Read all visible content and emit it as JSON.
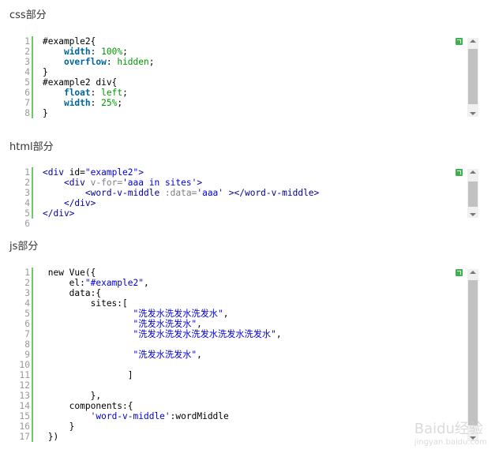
{
  "sections": {
    "css": {
      "title": "css部分",
      "line_numbers": [
        "1",
        "2",
        "3",
        "4",
        "5",
        "6",
        "7",
        "8"
      ],
      "lines": [
        [
          {
            "t": "#example2{",
            "c": ""
          }
        ],
        [
          {
            "t": "    ",
            "c": ""
          },
          {
            "t": "width",
            "c": "k"
          },
          {
            "t": ": ",
            "c": ""
          },
          {
            "t": "100%",
            "c": "s2"
          },
          {
            "t": ";",
            "c": ""
          }
        ],
        [
          {
            "t": "    ",
            "c": ""
          },
          {
            "t": "overflow",
            "c": "k"
          },
          {
            "t": ": ",
            "c": ""
          },
          {
            "t": "hidden",
            "c": "s2"
          },
          {
            "t": ";",
            "c": ""
          }
        ],
        [
          {
            "t": "}",
            "c": ""
          }
        ],
        [
          {
            "t": "#example2 div{",
            "c": ""
          }
        ],
        [
          {
            "t": "    ",
            "c": ""
          },
          {
            "t": "float",
            "c": "k"
          },
          {
            "t": ": ",
            "c": ""
          },
          {
            "t": "left",
            "c": "s2"
          },
          {
            "t": ";",
            "c": ""
          }
        ],
        [
          {
            "t": "    ",
            "c": ""
          },
          {
            "t": "width",
            "c": "k"
          },
          {
            "t": ": ",
            "c": ""
          },
          {
            "t": "25%",
            "c": "s2"
          },
          {
            "t": ";",
            "c": ""
          }
        ],
        [
          {
            "t": "}",
            "c": ""
          }
        ]
      ]
    },
    "html": {
      "title": "html部分",
      "line_numbers": [
        "1",
        "2",
        "3",
        "4",
        "5",
        "6"
      ],
      "lines": [
        [
          {
            "t": "<div",
            "c": "t"
          },
          {
            "t": " id=",
            "c": ""
          },
          {
            "t": "\"example2\"",
            "c": "s"
          },
          {
            "t": ">",
            "c": "t"
          }
        ],
        [
          {
            "t": "    ",
            "c": ""
          },
          {
            "t": "<div",
            "c": "t"
          },
          {
            "t": " v-for=",
            "c": "g"
          },
          {
            "t": "'aaa in sites'",
            "c": "s"
          },
          {
            "t": ">",
            "c": "t"
          }
        ],
        [
          {
            "t": "        ",
            "c": ""
          },
          {
            "t": "<word-v-middle",
            "c": "t"
          },
          {
            "t": " :data=",
            "c": "g"
          },
          {
            "t": "'aaa'",
            "c": "s"
          },
          {
            "t": " ></word-v-middle>",
            "c": "t"
          }
        ],
        [
          {
            "t": "    ",
            "c": ""
          },
          {
            "t": "</div>",
            "c": "t"
          }
        ],
        [
          {
            "t": "</div>",
            "c": "t"
          }
        ],
        [
          {
            "t": "",
            "c": ""
          }
        ]
      ]
    },
    "js": {
      "title": "js部分",
      "line_numbers": [
        "1",
        "2",
        "3",
        "4",
        "5",
        "6",
        "7",
        "8",
        "9",
        "10",
        "11",
        "12",
        "13",
        "14",
        "15",
        "16",
        "17"
      ],
      "lines": [
        [
          {
            "t": " new Vue({",
            "c": ""
          }
        ],
        [
          {
            "t": "     el:",
            "c": ""
          },
          {
            "t": "\"#example2\"",
            "c": "s"
          },
          {
            "t": ",",
            "c": ""
          }
        ],
        [
          {
            "t": "     data:{",
            "c": ""
          }
        ],
        [
          {
            "t": "         sites:[",
            "c": ""
          }
        ],
        [
          {
            "t": "                 ",
            "c": ""
          },
          {
            "t": "\"洗发水洗发水洗发水\"",
            "c": "s"
          },
          {
            "t": ",",
            "c": ""
          }
        ],
        [
          {
            "t": "                 ",
            "c": ""
          },
          {
            "t": "\"洗发水洗发水\"",
            "c": "s"
          },
          {
            "t": ",",
            "c": ""
          }
        ],
        [
          {
            "t": "                 ",
            "c": ""
          },
          {
            "t": "\"洗发水洗发水洗发水洗发水洗发水\"",
            "c": "s"
          },
          {
            "t": ",",
            "c": ""
          }
        ],
        [
          {
            "t": "",
            "c": ""
          }
        ],
        [
          {
            "t": "                 ",
            "c": ""
          },
          {
            "t": "\"洗发水洗发水\"",
            "c": "s"
          },
          {
            "t": ",",
            "c": ""
          }
        ],
        [
          {
            "t": "",
            "c": ""
          }
        ],
        [
          {
            "t": "                ]",
            "c": ""
          }
        ],
        [
          {
            "t": "",
            "c": ""
          }
        ],
        [
          {
            "t": "         },",
            "c": ""
          }
        ],
        [
          {
            "t": "     components:{",
            "c": ""
          }
        ],
        [
          {
            "t": "         ",
            "c": ""
          },
          {
            "t": "'word-v-middle'",
            "c": "s"
          },
          {
            "t": ":wordMiddle",
            "c": ""
          }
        ],
        [
          {
            "t": "     }",
            "c": ""
          }
        ],
        [
          {
            "t": " })",
            "c": ""
          }
        ]
      ]
    }
  },
  "watermark": {
    "main": "Baidu经验",
    "sub": "jingyan.baidu.com"
  },
  "colors": {
    "gutter_bar": "#6ecb63",
    "keyword": "#006699",
    "string": "#0000dd",
    "tag": "#000099",
    "copy_icon": "#3cb44b"
  }
}
